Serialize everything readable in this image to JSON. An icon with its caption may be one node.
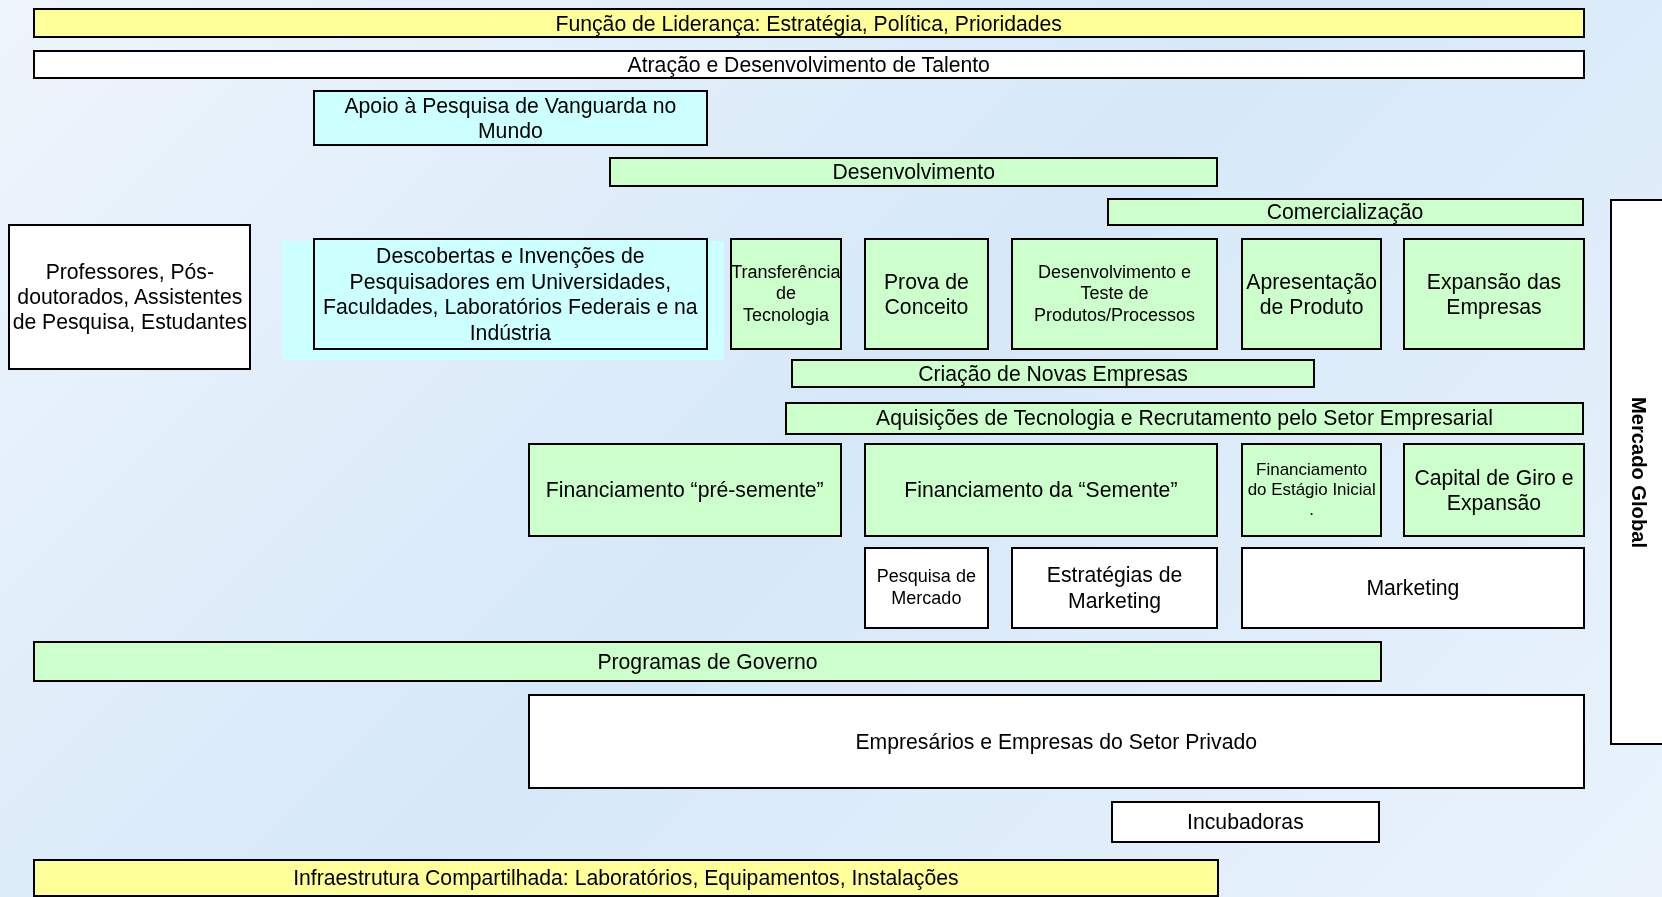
{
  "diagram": {
    "nodes": [
      {
        "text": [
          "Função de Liderança: Estratégia, Política, Prioridades"
        ]
      },
      {
        "text": [
          "Atração e Desenvolvimento de Talento"
        ]
      },
      {
        "text": [
          "Apoio à Pesquisa de Vanguarda no Mundo"
        ]
      },
      {
        "text": [
          "Desenvolvimento"
        ]
      },
      {
        "text": [
          "Comercialização"
        ]
      },
      {
        "text": [
          "Professores, Pós-doutorados, Assistentes de Pesquisa, Estudantes"
        ]
      },
      {
        "text": [
          "Descobertas e Invenções de Pesquisadores em Universidades, Faculdades, Laboratórios Federais e na Indústria"
        ]
      },
      {
        "text": [
          "Transferência de Tecnologia"
        ]
      },
      {
        "text": [
          "Prova de Conceito"
        ]
      },
      {
        "text": [
          "Desenvolvimento e Teste de Produtos/Processos"
        ]
      },
      {
        "text": [
          "Apresentação de Produto"
        ]
      },
      {
        "text": [
          "Expansão das Empresas"
        ]
      },
      {
        "text": [
          "Criação de Novas Empresas"
        ]
      },
      {
        "text": [
          "Aquisições de Tecnologia e Recrutamento pelo Setor Empresarial"
        ]
      },
      {
        "text": [
          "Financiamento “pré-semente”"
        ]
      },
      {
        "text": [
          "Financiamento da “Semente”"
        ]
      },
      {
        "text": [
          "Financiamento do Estágio Inicial ."
        ]
      },
      {
        "text": [
          "Capital de Giro e Expansão"
        ]
      },
      {
        "text": [
          "Pesquisa de Mercado"
        ]
      },
      {
        "text": [
          "Estratégias de Marketing"
        ]
      },
      {
        "text": [
          "Marketing"
        ]
      },
      {
        "text": [
          "Programas de Governo"
        ]
      },
      {
        "text": [
          "Empresários e Empresas do Setor Privado"
        ]
      },
      {
        "text": [
          "Incubadoras"
        ]
      },
      {
        "text": [
          "Infraestrutura Compartilhada: Laboratórios, Equipamentos, Instalações"
        ]
      },
      {
        "text": [
          "Mercado Global"
        ]
      }
    ]
  }
}
